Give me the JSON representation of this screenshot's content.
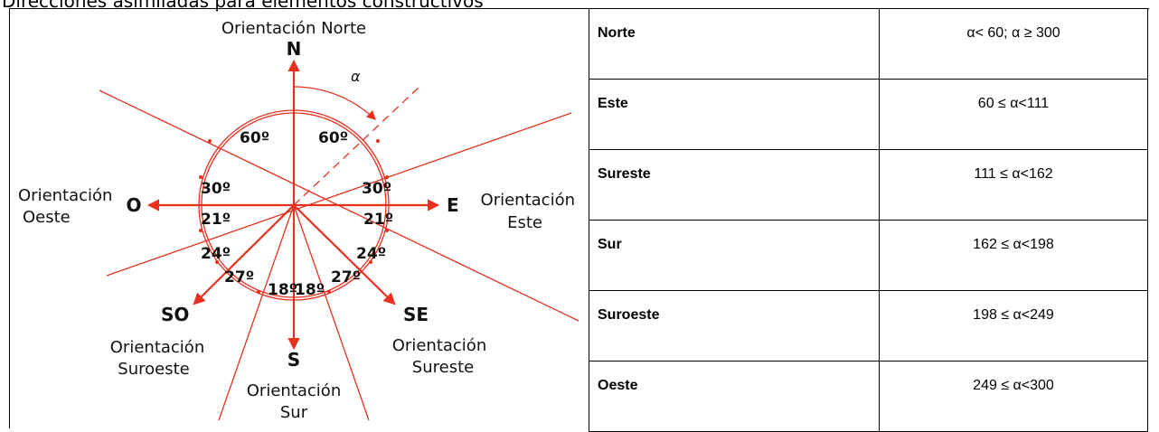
{
  "heading": "Direcciones asimiladas para elementos constructivos",
  "diagram": {
    "north": {
      "letter": "N",
      "label": "Orientación Norte"
    },
    "east": {
      "letter": "E",
      "label_line1": "Orientación",
      "label_line2": "Este"
    },
    "west": {
      "letter": "O",
      "label_line1": "Orientación",
      "label_line2": "Oeste"
    },
    "south": {
      "letter": "S",
      "label_line1": "Orientación",
      "label_line2": "Sur"
    },
    "southeast": {
      "letter": "SE",
      "label_line1": "Orientación",
      "label_line2": "Sureste"
    },
    "southwest": {
      "letter": "SO",
      "label_line1": "Orientación",
      "label_line2": "Suroeste"
    },
    "alpha": "α",
    "angles": {
      "n_left": "60º",
      "n_right": "60º",
      "w_upper": "30º",
      "e_upper": "30º",
      "w_lower": "21º",
      "e_lower": "21º",
      "sw_upper": "24º",
      "se_upper": "24º",
      "sw_lower": "27º",
      "se_lower": "27º",
      "s_left": "18º",
      "s_right": "18º"
    },
    "line_color": "#e8301f"
  },
  "table": {
    "rows": [
      {
        "name": "Norte",
        "range": "α< 60; α ≥ 300"
      },
      {
        "name": "Este",
        "range": "60 ≤ α<111"
      },
      {
        "name": "Sureste",
        "range": "111 ≤ α<162"
      },
      {
        "name": "Sur",
        "range": "162 ≤ α<198"
      },
      {
        "name": "Suroeste",
        "range": "198 ≤ α<249"
      },
      {
        "name": "Oeste",
        "range": "249 ≤ α<300"
      }
    ]
  }
}
